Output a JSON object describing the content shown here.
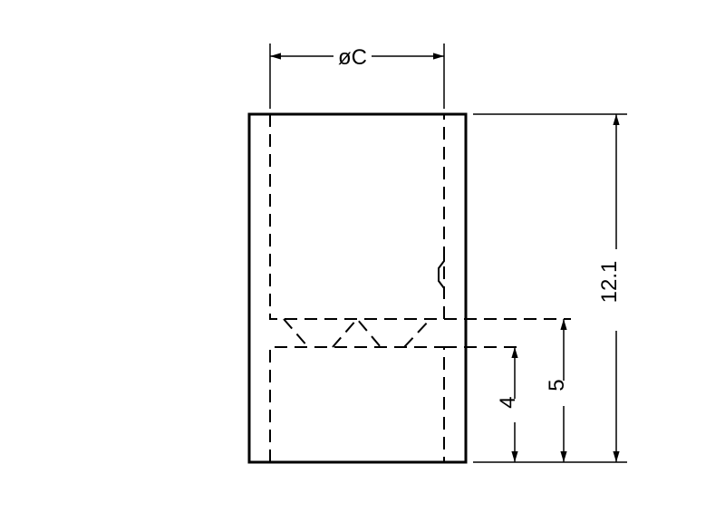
{
  "drawing": {
    "dimensions": {
      "diameter_label": "øC",
      "overall_height": "12.1",
      "step_height_upper": "5",
      "step_height_lower": "4"
    },
    "colors": {
      "line": "#000000",
      "background": "#ffffff"
    }
  }
}
